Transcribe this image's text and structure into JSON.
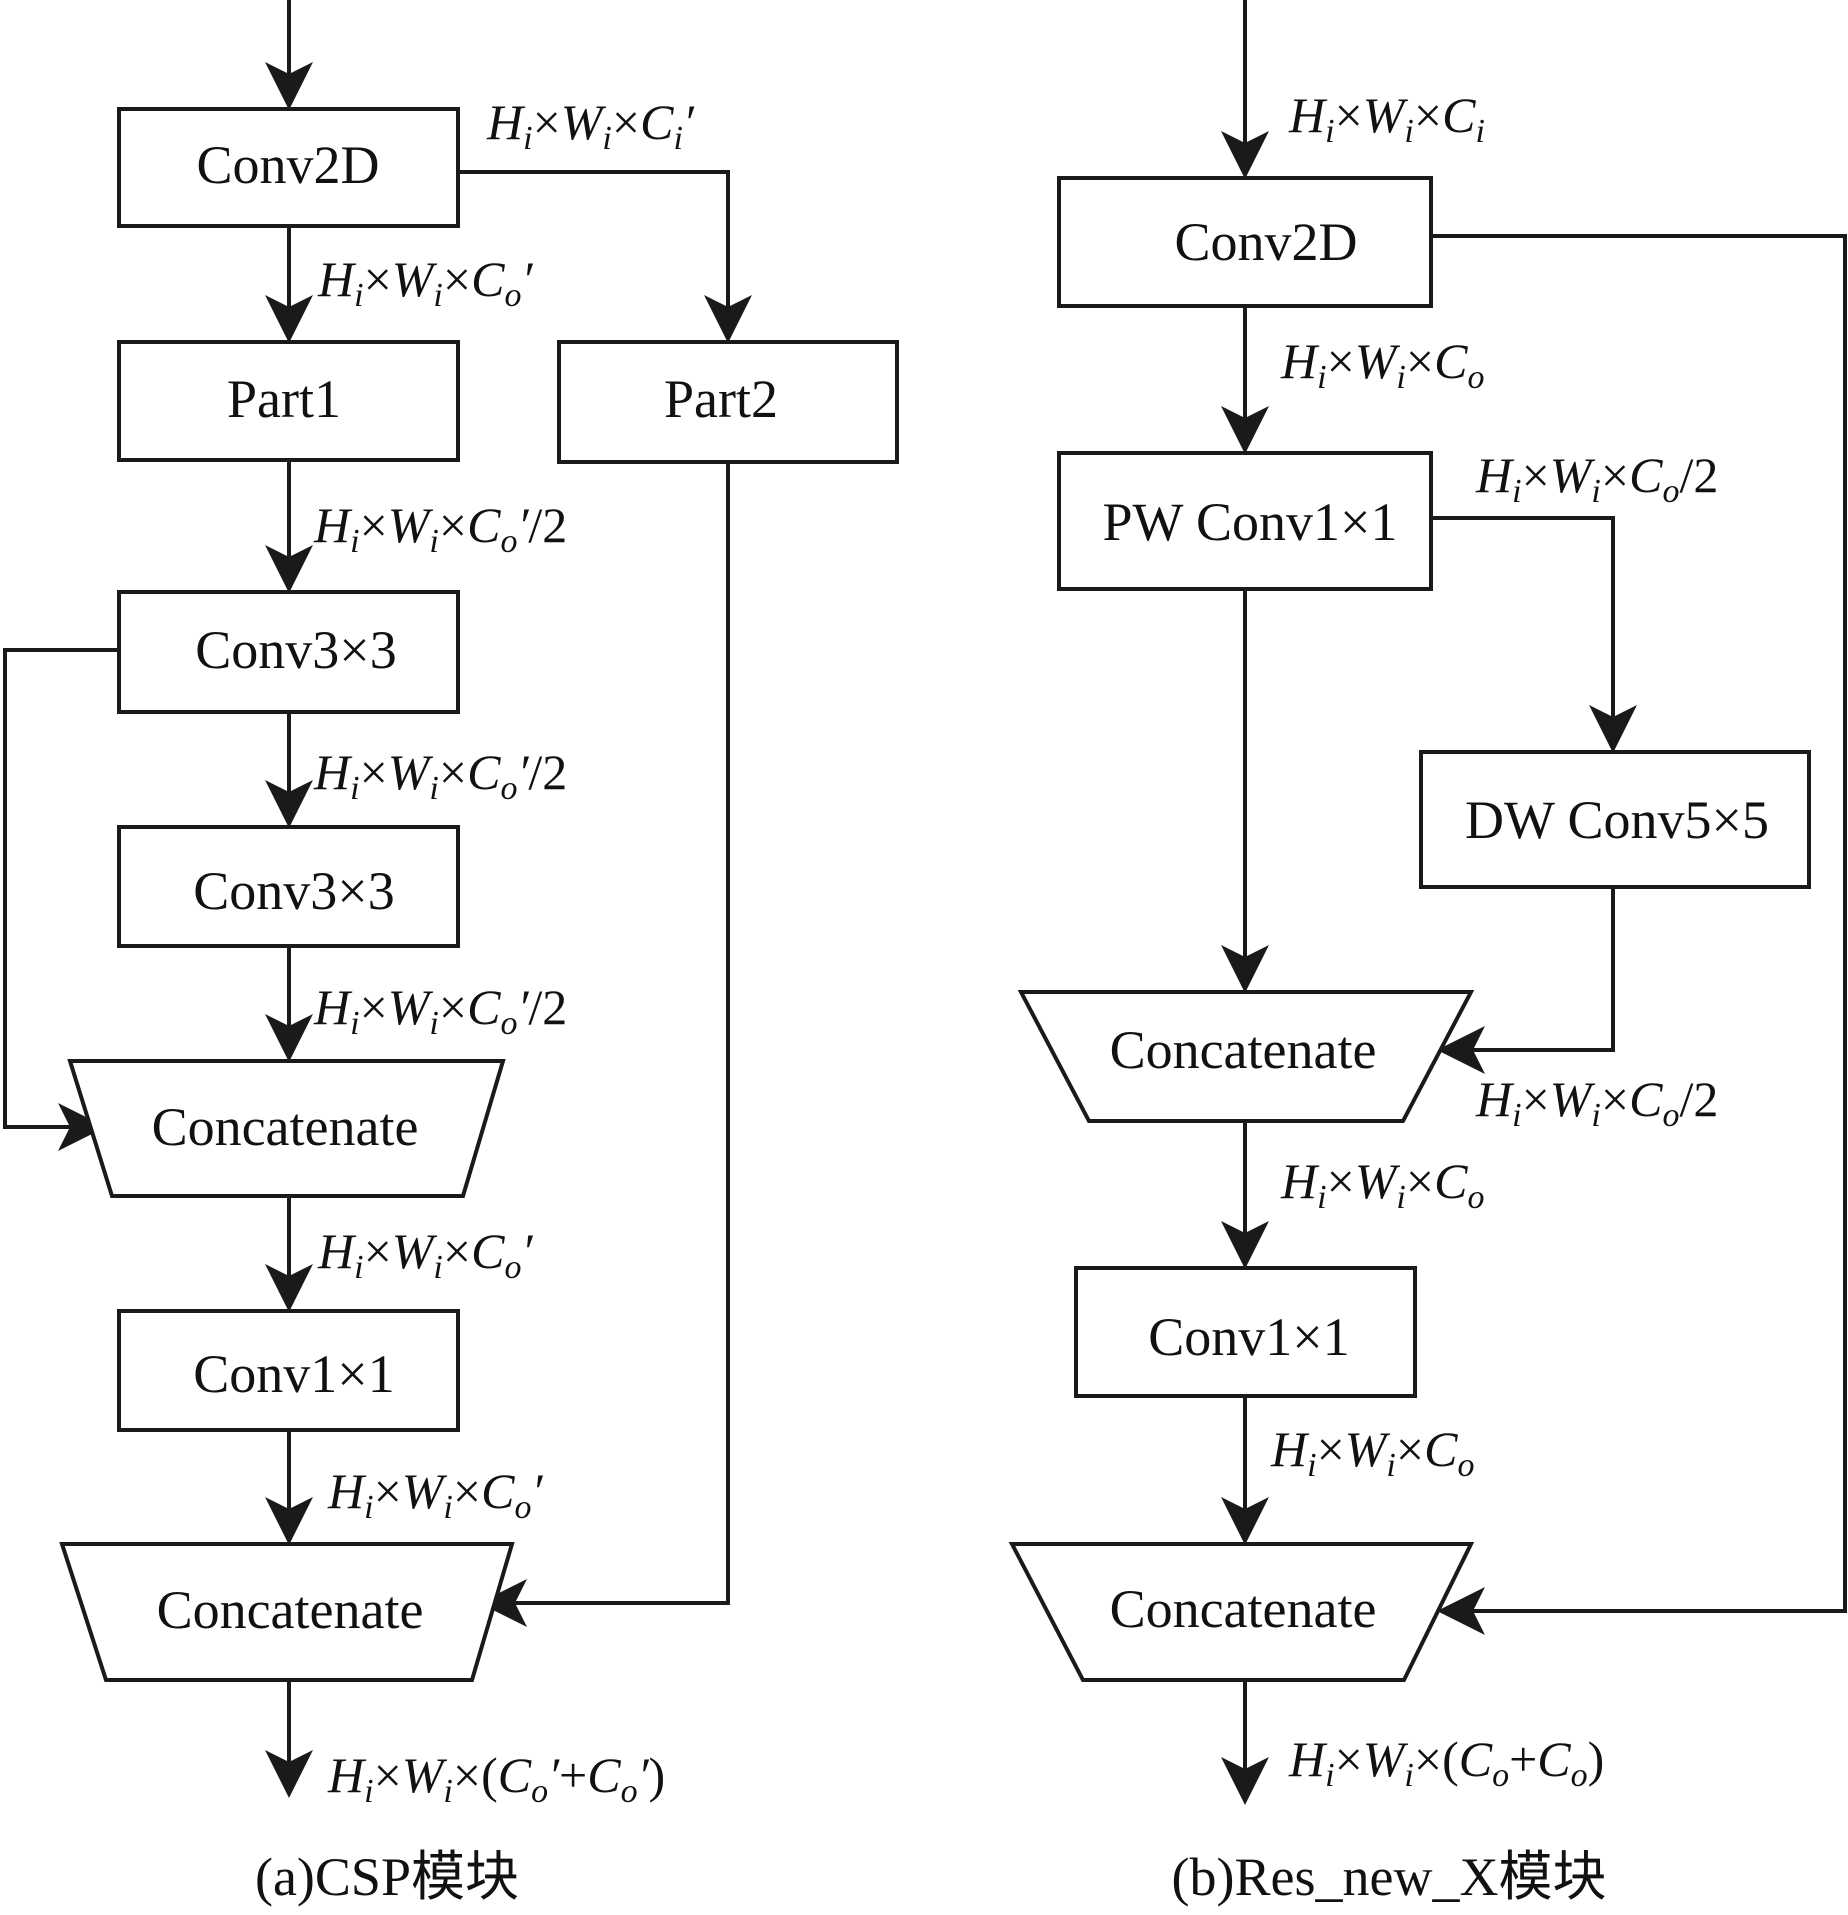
{
  "csp": {
    "nodes": {
      "conv2d": "Conv2D",
      "part1": "Part1",
      "part2": "Part2",
      "conv3x3_a": "Conv3×3",
      "conv3x3_b": "Conv3×3",
      "concat_a": "Concatenate",
      "conv1x1": "Conv1×1",
      "concat_b": "Concatenate"
    },
    "caption": "(a)CSP模块"
  },
  "res": {
    "nodes": {
      "conv2d": "Conv2D",
      "pw": "PW Conv1×1",
      "dw": "DW Conv5×5",
      "concat_a": "Concatenate",
      "conv1x1": "Conv1×1",
      "concat_b": "Concatenate"
    },
    "caption": "(b)Res_new_X模块"
  },
  "dims": {
    "mul": "×",
    "H": "H",
    "W": "W",
    "C": "C",
    "i": "i",
    "o": "o",
    "prime": "′",
    "half": "/2",
    "plus": "+",
    "lparen": "(",
    "rparen": ")"
  },
  "colors": {
    "stroke": "#1a1a1a",
    "fill": "#ffffff",
    "text": "#111111"
  }
}
